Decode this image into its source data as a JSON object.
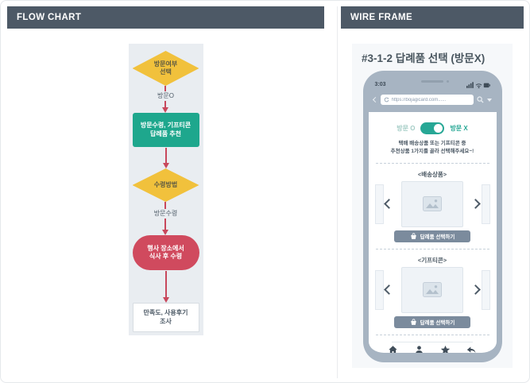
{
  "headers": {
    "flow_chart": "FLOW CHART",
    "wire_frame": "WIRE FRAME"
  },
  "colors": {
    "header_bar": "#4d5966",
    "diamond_yellow": "#f1c13c",
    "process_teal": "#1ea78d",
    "terminal_red": "#d04a5e",
    "arrow_red": "#c8485c",
    "accent_teal": "#27a795",
    "button_slate": "#7b8b9d",
    "flow_card_bg": "#e9edf1",
    "wire_card_bg": "#f6f8fa",
    "phone_bezel": "#a7b4c2"
  },
  "flowchart": {
    "decision_visit": "방문여부\n선택",
    "edge_visit": "방문O",
    "process_recommend": "방문수령, 기프티콘\n답례품 추천",
    "decision_receive": "수령방법",
    "edge_receive": "방문수령",
    "terminal_meal": "행사 장소에서\n식사 후 수령",
    "process_survey": "만족도, 사용후기\n조사"
  },
  "wireframe": {
    "title": "#3-1-2 답례품 선택 (방문X)",
    "phone": {
      "time": "3:03",
      "url": "https://bojagicard.com......",
      "toggle_off": "방문 O",
      "toggle_on": "방문 X",
      "description": "택배 배송상품 또는 기프티콘 중\n추천상품 1가지를 골라 선택해주세요~!",
      "sections": [
        {
          "header": "<배송상품>",
          "button": "답례품 선택하기"
        },
        {
          "header": "<기프티콘>",
          "button": "답례품 선택하기"
        }
      ],
      "icons": {
        "status": [
          "signal-icon",
          "wifi-icon",
          "battery-icon"
        ],
        "nav": [
          "home-icon",
          "profile-icon",
          "star-icon",
          "back-icon"
        ]
      }
    }
  }
}
